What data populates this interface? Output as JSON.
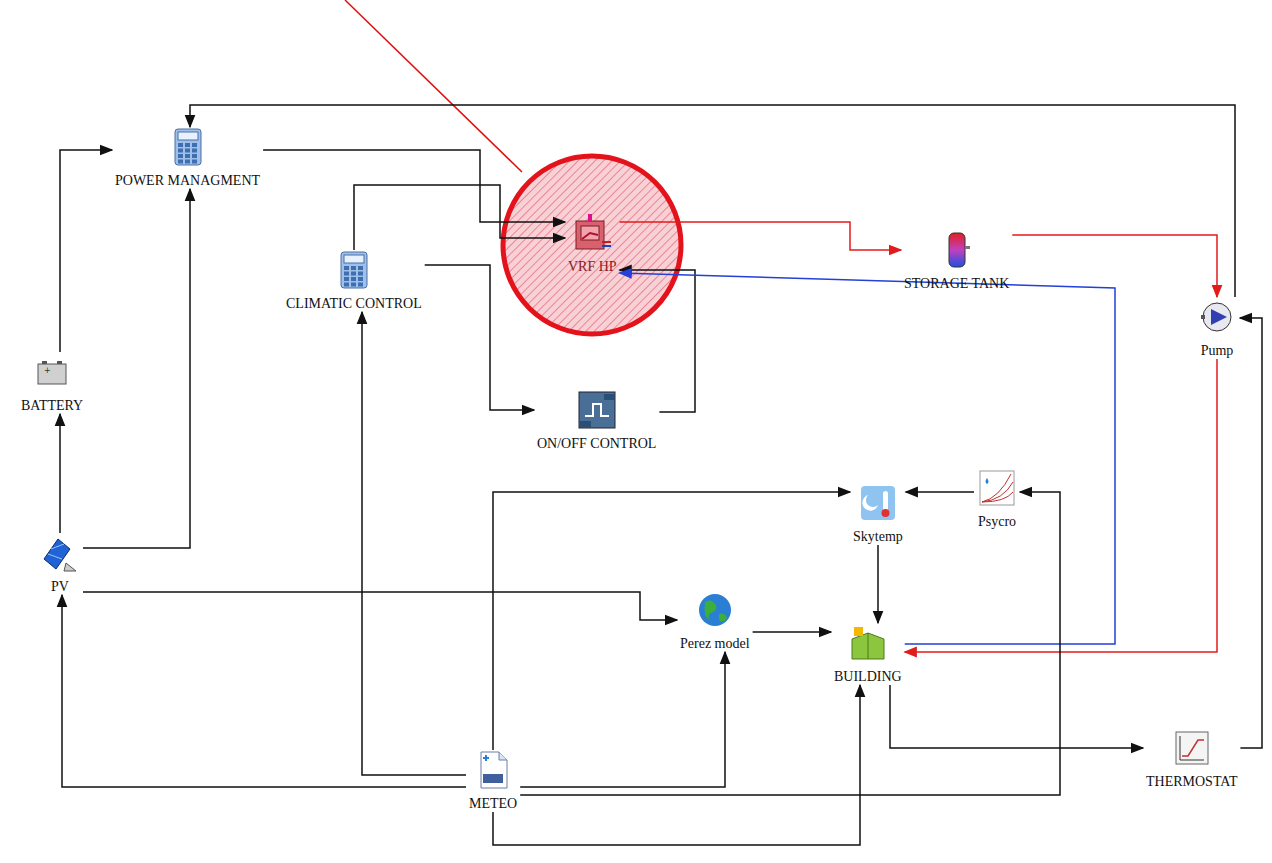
{
  "diagram": {
    "nodes": [
      {
        "text": [
          "POWER MANAGMENT"
        ]
      },
      {
        "text": [
          "VRF HP"
        ]
      },
      {
        "text": [
          "STORAGE TANK"
        ]
      },
      {
        "text": [
          "CLIMATIC CONTROL"
        ]
      },
      {
        "text": [
          "BATTERY"
        ]
      },
      {
        "text": [
          "Pump"
        ]
      },
      {
        "text": [
          "ON/OFF CONTROL"
        ]
      },
      {
        "text": [
          "PV"
        ]
      },
      {
        "text": [
          "Skytemp"
        ]
      },
      {
        "text": [
          "Psycro"
        ]
      },
      {
        "text": [
          "Perez model"
        ]
      },
      {
        "text": [
          "BUILDING"
        ]
      },
      {
        "text": [
          "THERMOSTAT"
        ]
      },
      {
        "text": [
          "METEO"
        ]
      }
    ],
    "edges": [
      {
        "from": 7,
        "to": 4,
        "arrow": "to"
      },
      {
        "from": 4,
        "to": 0,
        "arrow": "to"
      },
      {
        "from": 7,
        "to": 0,
        "arrow": "to"
      },
      {
        "from": 0,
        "to": 1,
        "arrow": "to"
      },
      {
        "from": 5,
        "to": 0,
        "arrow": "to"
      },
      {
        "from": 3,
        "to": 1,
        "arrow": "to"
      },
      {
        "from": 3,
        "to": 6,
        "arrow": "to"
      },
      {
        "from": 6,
        "to": 1,
        "arrow": "to"
      },
      {
        "from": 1,
        "to": 2,
        "arrow": "to"
      },
      {
        "from": 11,
        "to": 1,
        "arrow": "to"
      },
      {
        "from": 2,
        "to": 5,
        "arrow": "to"
      },
      {
        "from": 5,
        "to": 11,
        "arrow": "to"
      },
      {
        "from": 13,
        "to": 7,
        "arrow": "to"
      },
      {
        "from": 13,
        "to": 3,
        "arrow": "to"
      },
      {
        "from": 13,
        "to": 10,
        "arrow": "to"
      },
      {
        "from": 13,
        "to": 8,
        "arrow": "to"
      },
      {
        "from": 13,
        "to": 11,
        "arrow": "to"
      },
      {
        "from": 13,
        "to": 9,
        "arrow": "to"
      },
      {
        "from": 9,
        "to": 8,
        "arrow": "to"
      },
      {
        "from": 8,
        "to": 11,
        "arrow": "to"
      },
      {
        "from": 10,
        "to": 11,
        "arrow": "to"
      },
      {
        "from": 7,
        "to": 10,
        "arrow": "to"
      },
      {
        "from": 11,
        "to": 12,
        "arrow": "to"
      },
      {
        "from": 12,
        "to": 5,
        "arrow": "to"
      }
    ]
  }
}
